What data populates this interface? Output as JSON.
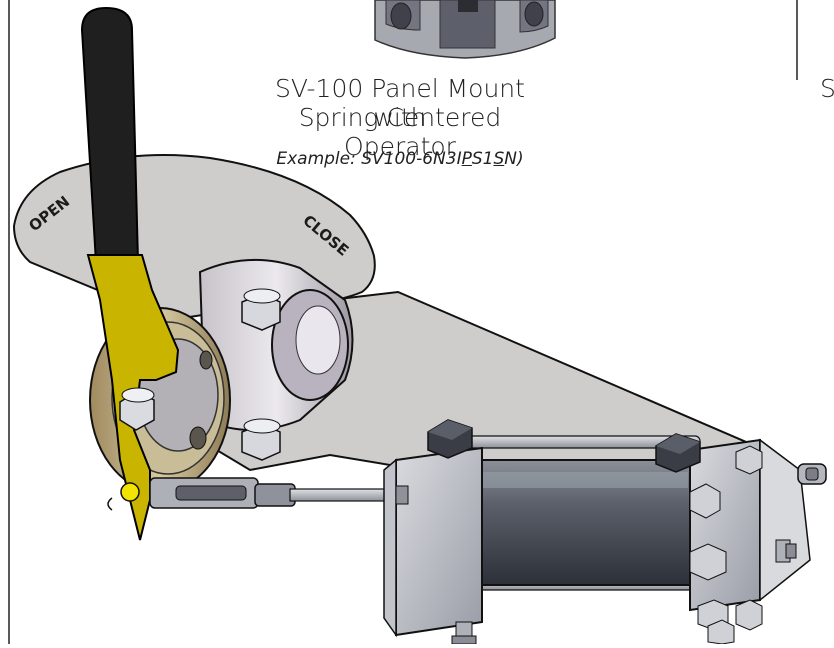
{
  "caption": {
    "line1": "SV-100 Panel Mount with",
    "line2": "Spring Centered Operator",
    "example_prefix": "Example: SV100-6N3I",
    "example_u1": "P",
    "example_mid": "S1",
    "example_u2": "S",
    "example_suffix": "N)"
  },
  "dial": {
    "open_label": "OPEN",
    "close_label": "CLOSE"
  },
  "cropped_edge_text": "S",
  "colors": {
    "plate": "#cfcccc",
    "handle_grip": "#1f1f1f",
    "yellow_bar": "#c9b400",
    "cylinder": "#4a4f58",
    "steel": "#b9bcc4",
    "line": "#111111"
  }
}
